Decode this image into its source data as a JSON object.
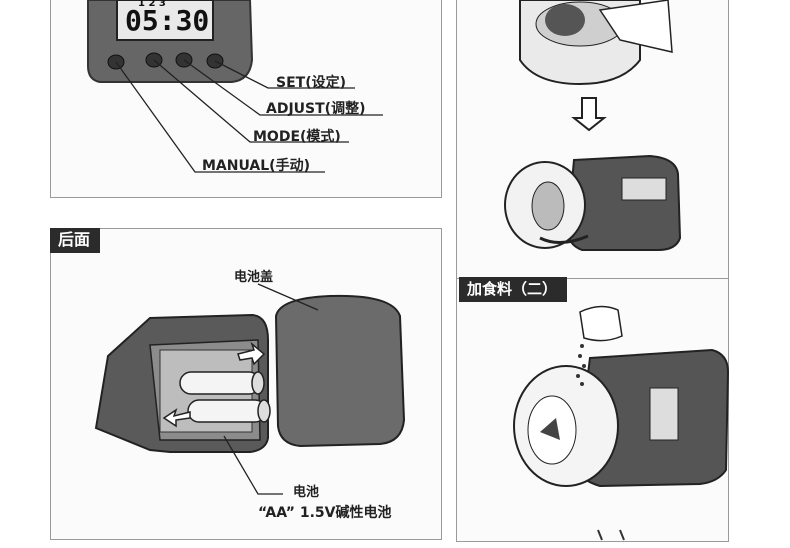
{
  "display": {
    "indicators": "1 2 3",
    "time": "05:30"
  },
  "controls_panel": {
    "labels": {
      "set": "SET(设定)",
      "adjust": "ADJUST(调整)",
      "mode": "MODE(模式)",
      "manual": "MANUAL(手动)"
    }
  },
  "back_panel": {
    "tag": "后面",
    "battery_cover_label": "电池盖",
    "battery_label": "电池",
    "battery_spec": "“AA” 1.5V碱性电池"
  },
  "refill_panel": {
    "tag": "加食料（二）"
  },
  "colors": {
    "tag_bg": "#2b2b2b",
    "device_gray": "#555555",
    "line": "#222222"
  }
}
